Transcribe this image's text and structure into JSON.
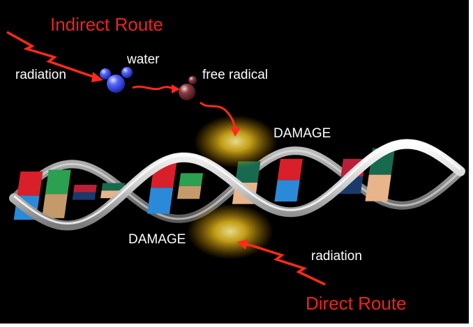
{
  "labels": {
    "indirect_route": "Indirect Route",
    "direct_route": "Direct Route",
    "radiation_top": "radiation",
    "radiation_bottom": "radiation",
    "water": "water",
    "free_radical": "free radical",
    "damage_top": "DAMAGE",
    "damage_bottom": "DAMAGE"
  },
  "colors": {
    "background": "#000000",
    "route_text": "#ee2222",
    "arrow": "#ff2a1a",
    "label_text": "#ffffff",
    "water_molecule": "#3344ff",
    "free_radical": "#7a2f36",
    "damage_glow": "#ffcc22",
    "helix_backbone": "#d9d9d9"
  },
  "icons": {
    "water": "water-molecule-icon",
    "radical": "free-radical-icon",
    "arrow": "zigzag-radiation-arrow"
  }
}
